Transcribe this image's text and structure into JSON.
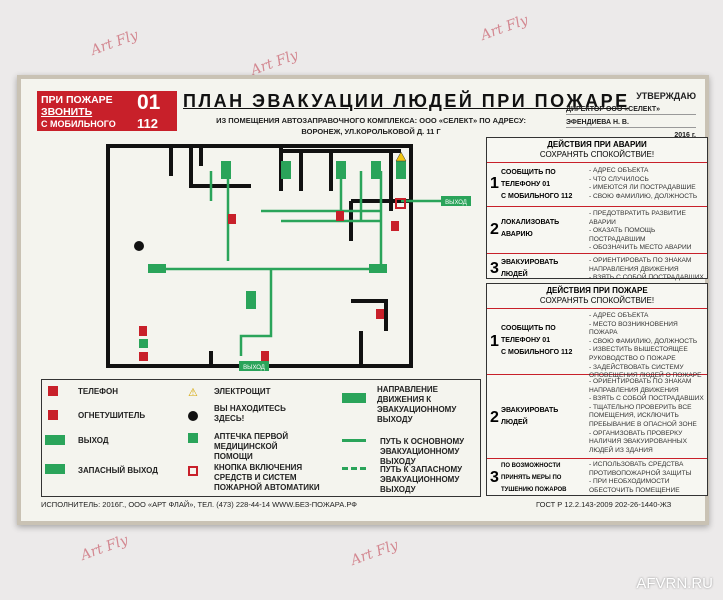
{
  "watermark": "AFVRN.RU",
  "alarm": {
    "line1": "ПРИ ПОЖАРЕ",
    "line2": "ЗВОНИТЬ",
    "line3": "С МОБИЛЬНОГО",
    "number": "01",
    "mobile_number": "112"
  },
  "title": "ПЛАН ЭВАКУАЦИИ ЛЮДЕЙ ПРИ ПОЖАРЕ",
  "subtitle": [
    "ИЗ ПОМЕЩЕНИЯ АВТОЗАПРАВОЧНОГО КОМПЛЕКСА: ООО «СЕЛЕКТ» ПО АДРЕСУ:",
    "ВОРОНЕЖ, УЛ.КОРОЛЬКОВОЙ Д. 11 Г"
  ],
  "approval": {
    "heading": "УТВЕРЖДАЮ",
    "position": "ДИРЕКТОР ООО «СЕЛЕКТ»",
    "name": "ЭФЕНДИЕВА Н. В.",
    "year": "2016 г."
  },
  "plan": {
    "exit_label": "ВЫХОД",
    "spare_exit_label": "ВЫХОД"
  },
  "legend": {
    "phone": "ТЕЛЕФОН",
    "extinguisher": "ОГНЕТУШИТЕЛЬ",
    "exit": "ВЫХОД",
    "spare_exit": "ЗАПАСНЫЙ ВЫХОД",
    "switchboard": "ЭЛЕКТРОЩИТ",
    "you_are_here": "ВЫ НАХОДИТЕСЬ ЗДЕСЬ!",
    "first_aid": "АПТЕЧКА ПЕРВОЙ МЕДИЦИНСКОЙ ПОМОЩИ",
    "fire_button": "КНОПКА ВКЛЮЧЕНИЯ СРЕДСТВ И СИСТЕМ ПОЖАРНОЙ АВТОМАТИКИ",
    "direction": "НАПРАВЛЕНИЕ ДВИЖЕНИЯ К ЭВАКУАЦИОННОМУ ВЫХОДУ",
    "main_path": "ПУТЬ К ОСНОВНОМУ ЭВАКУАЦИОННОМУ ВЫХОДУ",
    "spare_path": "ПУТЬ К ЗАПАСНОМУ ЭВАКУАЦИОННОМУ ВЫХОДУ"
  },
  "footer": "ИСПОЛНИТЕЛЬ: 2016Г., ООО «АРТ ФЛАЙ», ТЕЛ. (473) 228-44-14 WWW.БЕЗ-ПОЖАРА.РФ",
  "gost": "ГОСТ Р 12.2.143-2009 202-26-1440-ЖЗ",
  "accident": {
    "heading": "ДЕЙСТВИЯ ПРИ АВАРИИ",
    "calm": "СОХРАНЯТЬ СПОКОЙСТВИЕ!",
    "steps": [
      {
        "n": "1",
        "action": [
          "СООБЩИТЬ ПО",
          "ТЕЛЕФОНУ 01",
          "С МОБИЛЬНОГО 112"
        ],
        "items": [
          "- АДРЕС ОБЪЕКТА",
          "- ЧТО СЛУЧИЛОСЬ",
          "- ИМЕЮТСЯ ЛИ ПОСТРАДАВШИЕ",
          "- СВОЮ ФАМИЛИЮ, ДОЛЖНОСТЬ"
        ]
      },
      {
        "n": "2",
        "action": [
          "ЛОКАЛИЗОВАТЬ",
          "АВАРИЮ"
        ],
        "items": [
          "- ПРЕДОТВРАТИТЬ РАЗВИТИЕ",
          "АВАРИИ",
          "- ОКАЗАТЬ ПОМОЩЬ",
          "ПОСТРАДАВШИМ",
          "- ОБОЗНАЧИТЬ МЕСТО АВАРИИ"
        ]
      },
      {
        "n": "3",
        "action": [
          "ЭВАКУИРОВАТЬ",
          "ЛЮДЕЙ"
        ],
        "items": [
          "- ОРИЕНТИРОВАТЬ ПО ЗНАКАМ",
          "НАПРАВЛЕНИЯ ДВИЖЕНИЯ",
          "- ВЗЯТЬ С СОБОЙ ПОСТРАДАВШИХ"
        ]
      }
    ]
  },
  "fire": {
    "heading": "ДЕЙСТВИЯ ПРИ ПОЖАРЕ",
    "calm": "СОХРАНЯТЬ СПОКОЙСТВИЕ!",
    "steps": [
      {
        "n": "1",
        "action": [
          "СООБЩИТЬ ПО",
          "ТЕЛЕФОНУ 01",
          "С МОБИЛЬНОГО 112"
        ],
        "items": [
          "- АДРЕС ОБЪЕКТА",
          "- МЕСТО ВОЗНИКНОВЕНИЯ ПОЖАРА",
          "- СВОЮ ФАМИЛИЮ, ДОЛЖНОСТЬ",
          "- ИЗВЕСТИТЬ ВЫШЕСТОЯЩЕЕ",
          "РУКОВОДСТВО О ПОЖАРЕ",
          "- ЗАДЕЙСТВОВАТЬ СИСТЕМУ",
          "ОПОВЕЩЕНИЯ ЛЮДЕЙ О ПОЖАРЕ"
        ]
      },
      {
        "n": "2",
        "action": [
          "ЭВАКУИРОВАТЬ",
          "ЛЮДЕЙ"
        ],
        "items": [
          "- ОРИЕНТИРОВАТЬ ПО ЗНАКАМ",
          "НАПРАВЛЕНИЯ ДВИЖЕНИЯ",
          "- ВЗЯТЬ С СОБОЙ ПОСТРАДАВШИХ",
          "- ТЩАТЕЛЬНО ПРОВЕРИТЬ ВСЕ",
          "ПОМЕЩЕНИЯ, ИСКЛЮЧИТЬ",
          "ПРЕБЫВАНИЕ В ОПАСНОЙ ЗОНЕ",
          "- ОРГАНИЗОВАТЬ ПРОВЕРКУ",
          "НАЛИЧИЯ ЭВАКУИРОВАННЫХ",
          "ЛЮДЕЙ ИЗ ЗДАНИЯ"
        ]
      },
      {
        "n": "3",
        "action": [
          "ПО ВОЗМОЖНОСТИ",
          "ПРИНЯТЬ МЕРЫ ПО",
          "ТУШЕНИЮ ПОЖАРОВ"
        ],
        "items": [
          "- ИСПОЛЬЗОВАТЬ СРЕДСТВА",
          "ПРОТИВОПОЖАРНОЙ ЗАЩИТЫ",
          "- ПРИ НЕОБХОДИМОСТИ",
          "ОБЕСТОЧИТЬ ПОМЕЩЕНИЕ"
        ]
      }
    ]
  },
  "colors": {
    "red": "#c8202a",
    "green": "#2aa45a",
    "panel": "#f4f4ee",
    "frame": "#c9c2b4"
  }
}
